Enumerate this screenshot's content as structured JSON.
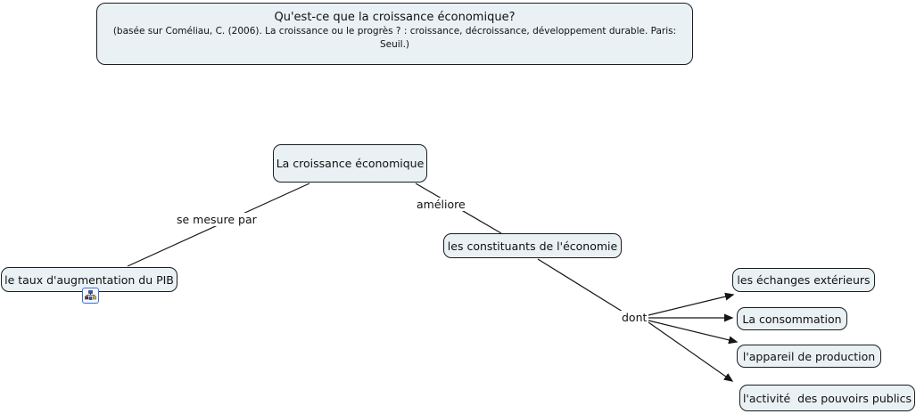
{
  "header": {
    "title": "Qu'est-ce que la croissance économique?",
    "subtitle": "(basée sur Coméliau, C. (2006). La croissance ou le progrès ? : croissance, décroissance, développement durable. Paris: Seuil.)"
  },
  "nodes": {
    "croissance": {
      "label": "La croissance économique"
    },
    "pib": {
      "label": "le taux d'augmentation du PIB"
    },
    "constituants": {
      "label": "les constituants de l'économie"
    },
    "echanges": {
      "label": "les échanges extérieurs"
    },
    "consommation": {
      "label": "La consommation"
    },
    "appareil": {
      "label": "l'appareil de production"
    },
    "pouvoirs": {
      "label": "l'activité  des pouvoirs publics"
    }
  },
  "linking_phrases": {
    "se_mesure_par": "se mesure par",
    "ameliore": "améliore",
    "dont": "dont"
  },
  "icons": {
    "pib_resource": "concept-map-resource-icon"
  },
  "colors": {
    "node_fill": "#e9f1f4",
    "node_border": "#1c1c1c",
    "line": "#161616",
    "canvas": "#ffffff",
    "text": "#111111",
    "resource_icon_border": "#3a6fd8"
  }
}
